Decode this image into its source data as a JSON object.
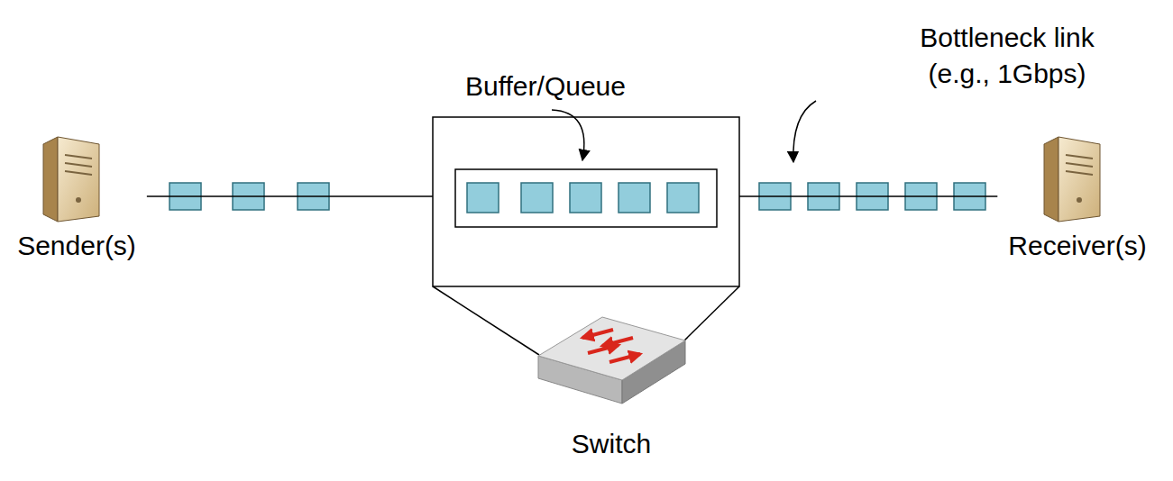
{
  "diagram": {
    "nodes": [
      {
        "text": [
          "Sender(s)"
        ]
      },
      {
        "text": [
          "Receiver(s)"
        ]
      },
      {
        "text": [
          "Switch"
        ]
      }
    ],
    "edges": [
      {
        "from": 0,
        "to": 2,
        "arrow": "none"
      },
      {
        "from": 2,
        "to": 1,
        "arrow": "none"
      }
    ],
    "labels": [
      "Buffer/Queue",
      "Bottleneck link (e.g., 1Gbps)"
    ]
  }
}
